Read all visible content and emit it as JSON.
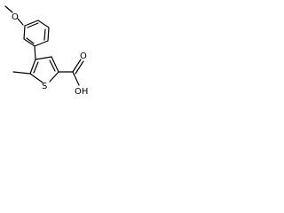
{
  "molecule": {
    "labels": {
      "methoxy_oxygen": "O",
      "thiophene_sulfur": "S",
      "carboxylic_oh": "OH",
      "carbonyl_oxygen": "O"
    }
  },
  "colors": {
    "background": "#ffffff",
    "bonds": "#000000",
    "labels": "#000000"
  }
}
